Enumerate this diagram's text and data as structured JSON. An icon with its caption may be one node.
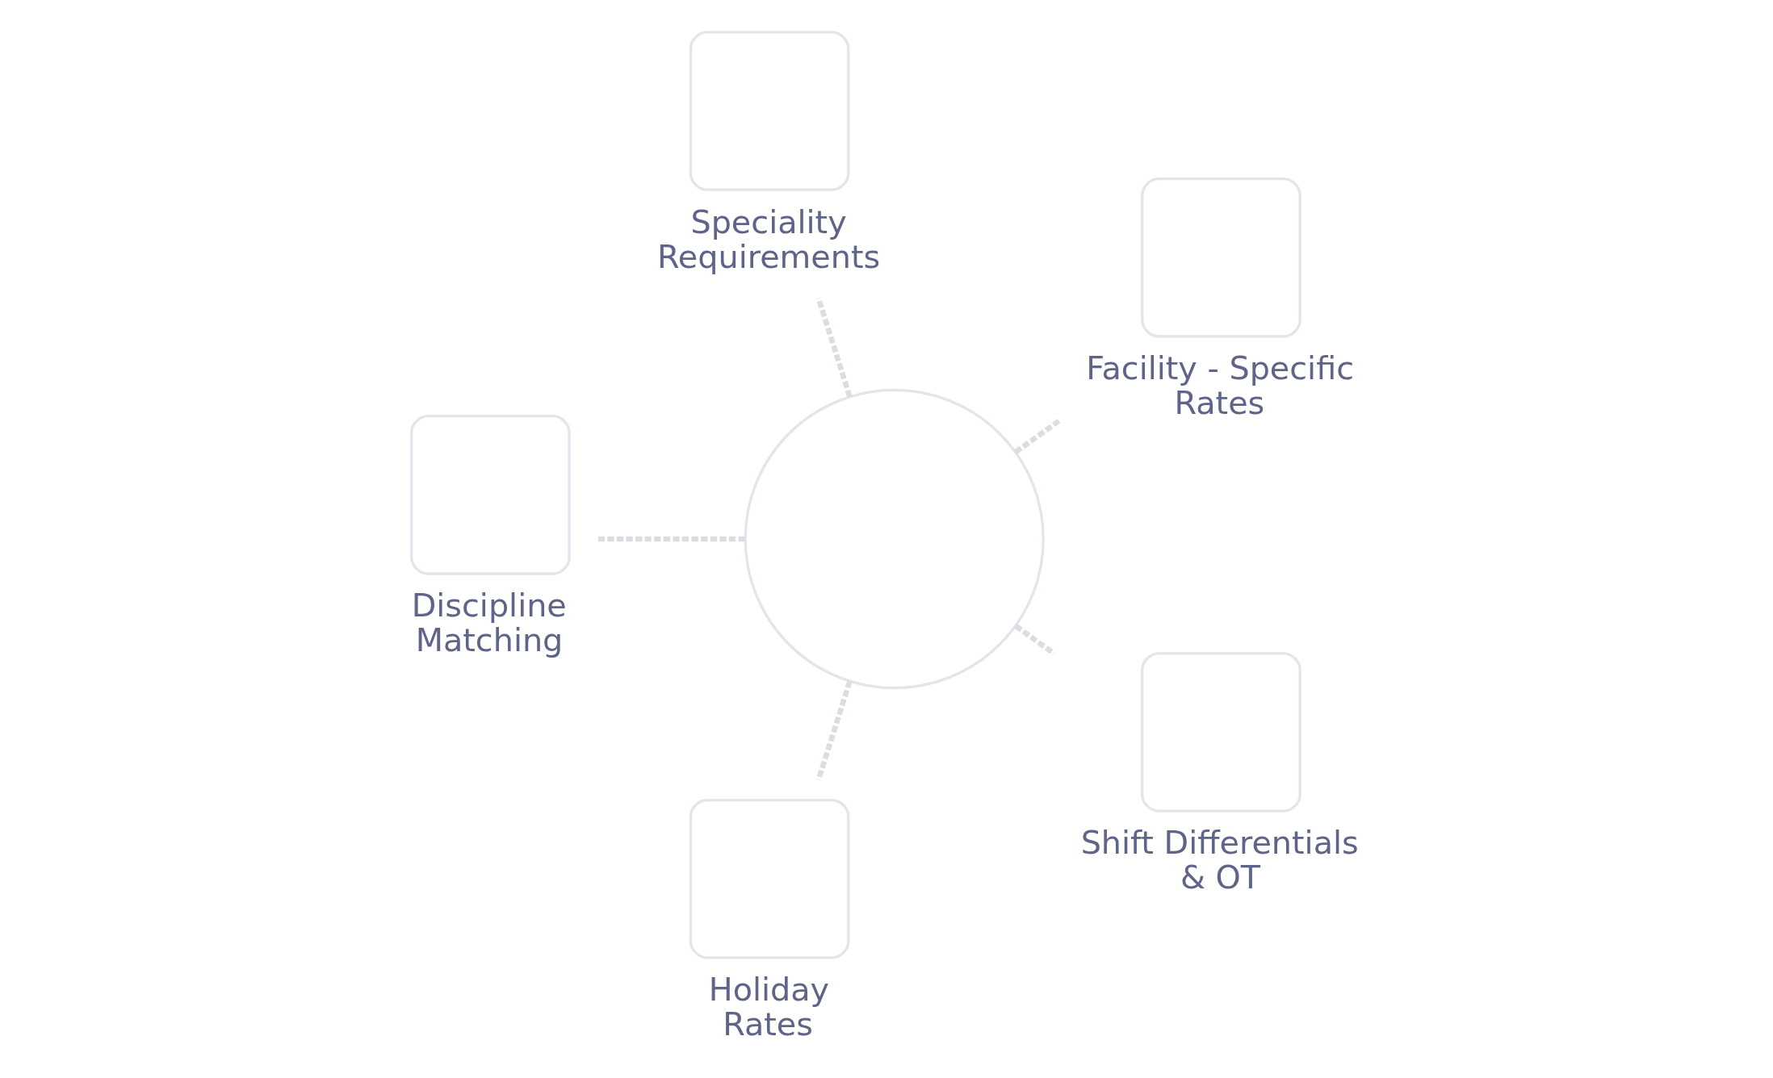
{
  "diagram": {
    "nodes": [
      {
        "text": [
          "Speciality Requirements"
        ]
      },
      {
        "text": [
          "Discipline Matching"
        ]
      },
      {
        "text": [
          "Facility - Specific Rates"
        ]
      },
      {
        "text": [],
        "shape": "circle"
      },
      {
        "text": [
          "Holiday Rates"
        ]
      },
      {
        "text": [
          "Shift Differentials & OT"
        ]
      }
    ],
    "edges": [
      {
        "from": 3,
        "to": 0,
        "arrow": "none",
        "style": "dashed"
      },
      {
        "from": 3,
        "to": 2,
        "arrow": "none",
        "style": "dashed"
      },
      {
        "from": 3,
        "to": 5,
        "arrow": "none",
        "style": "dashed"
      },
      {
        "from": 3,
        "to": 4,
        "arrow": "none",
        "style": "dashed"
      },
      {
        "from": 3,
        "to": 1,
        "arrow": "none",
        "style": "dashed"
      }
    ]
  }
}
